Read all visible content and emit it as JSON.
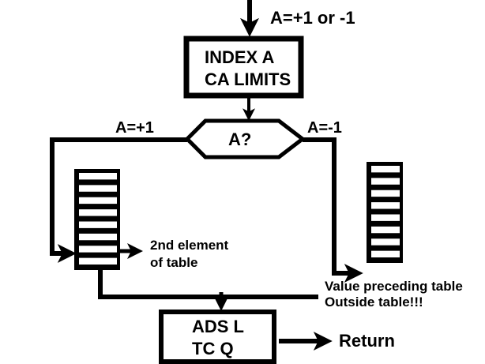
{
  "diagram": {
    "entry_label": "A=+1 or -1",
    "index_box": {
      "line1": "INDEX A",
      "line2": "CA LIMITS"
    },
    "decision": {
      "label": "A?",
      "left_branch": "A=+1",
      "right_branch": "A=-1"
    },
    "left_table": {
      "rows": 8,
      "annotation_line1": "2nd element",
      "annotation_line2": "of table"
    },
    "right_table": {
      "rows": 8,
      "annotation_line1": "Value preceding table",
      "annotation_line2": "Outside table!!!"
    },
    "final_box": {
      "line1": "ADS L",
      "line2": "TC Q"
    },
    "exit_label": "Return",
    "colors": {
      "ink": "#000000",
      "background": "#ffffff"
    }
  }
}
